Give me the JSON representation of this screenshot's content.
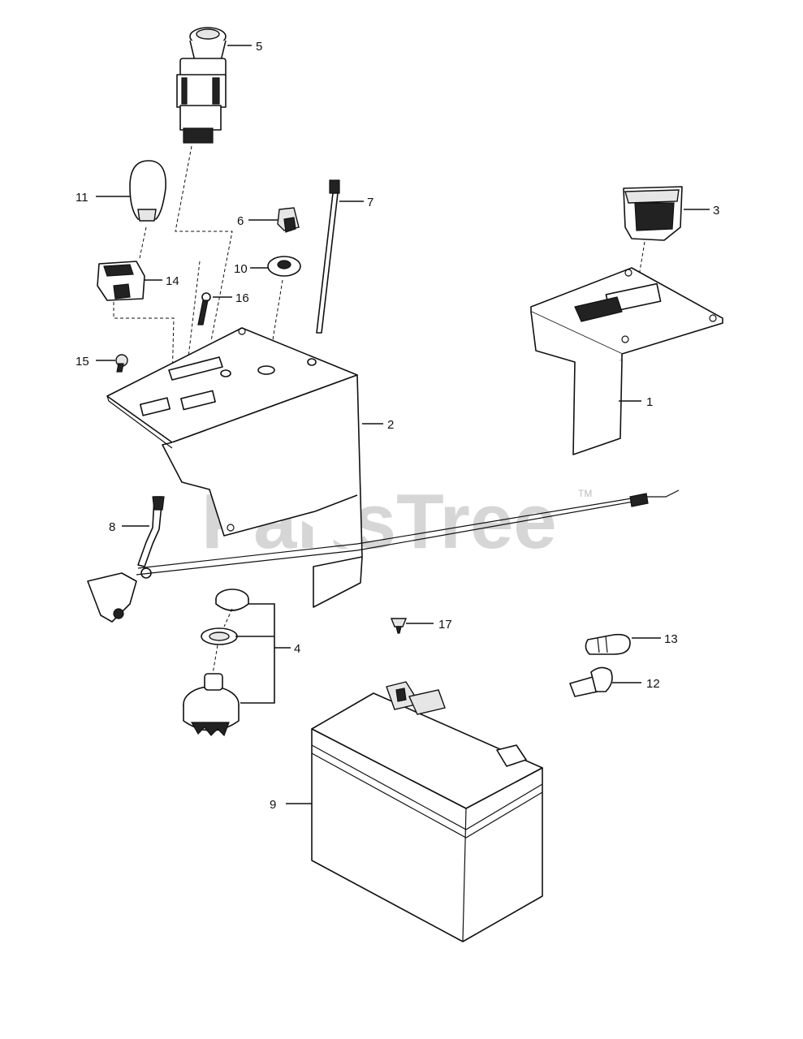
{
  "watermark": {
    "brand": "PartsTree",
    "trademark": "TM"
  },
  "callouts": {
    "c1": "1",
    "c2": "2",
    "c3": "3",
    "c4": "4",
    "c5": "5",
    "c6": "6",
    "c7": "7",
    "c8": "8",
    "c9": "9",
    "c10": "10",
    "c11": "11",
    "c12": "12",
    "c13": "13",
    "c14": "14",
    "c15": "15",
    "c16": "16",
    "c17": "17"
  }
}
